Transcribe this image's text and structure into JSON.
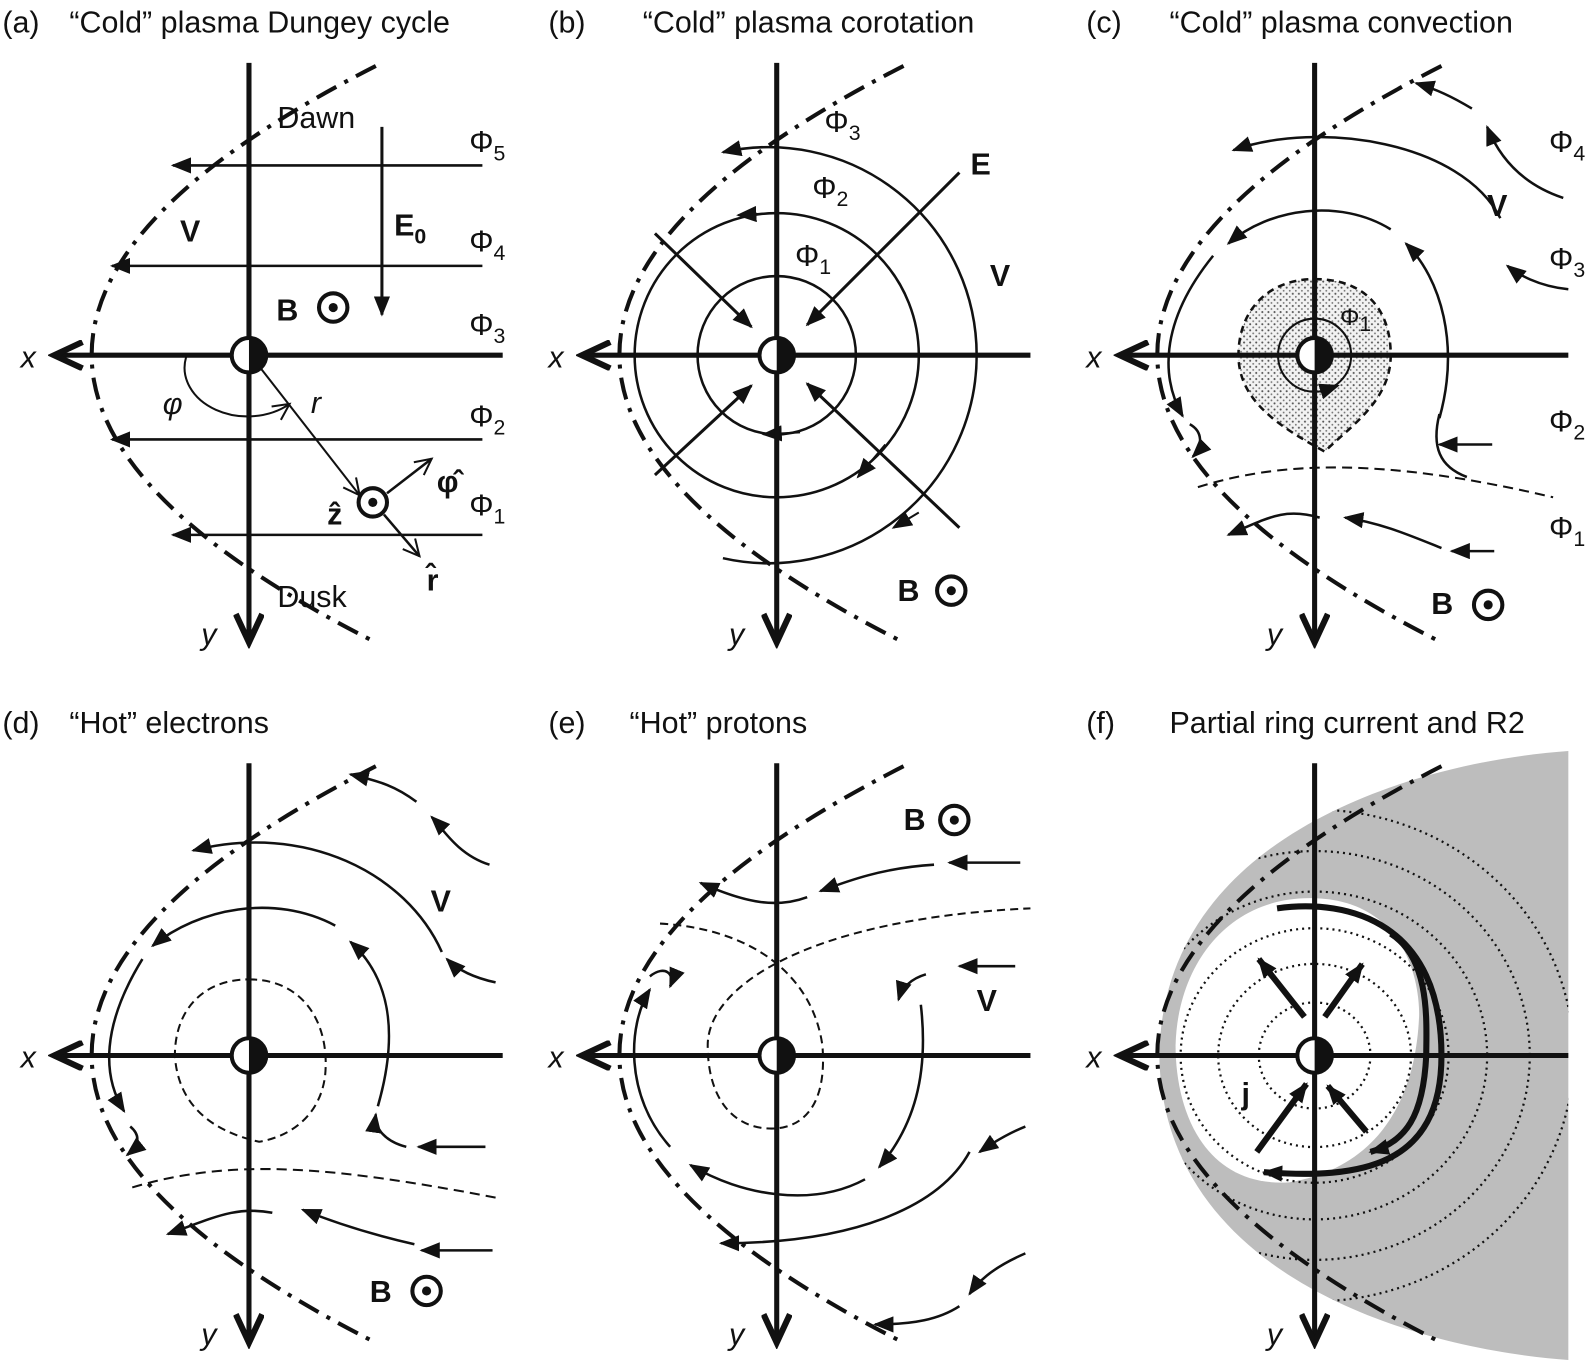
{
  "panels": [
    {
      "label": "(a)",
      "title": "“Cold” plasma Dungey cycle"
    },
    {
      "label": "(b)",
      "title": "“Cold” plasma corotation"
    },
    {
      "label": "(c)",
      "title": "“Cold” plasma convection"
    },
    {
      "label": "(d)",
      "title": "“Hot” electrons"
    },
    {
      "label": "(e)",
      "title": "“Hot” protons"
    },
    {
      "label": "(f)",
      "title": "Partial ring current and R2"
    }
  ],
  "axes": {
    "x": "x",
    "y": "y"
  },
  "symbols": {
    "phi": "Φ",
    "V": "V",
    "B": "B",
    "E": "E",
    "j": "j"
  },
  "panel_a": {
    "dawn": "Dawn",
    "dusk": "Dusk",
    "e_sub": "0",
    "phi_subs": [
      "5",
      "4",
      "3",
      "2",
      "1"
    ],
    "angle": "φ",
    "radius": "r",
    "r_hat": "r̂",
    "phi_hat": "φ̂",
    "z_hat": "ẑ"
  },
  "panel_b": {
    "phi_subs": [
      "3",
      "2",
      "1"
    ]
  },
  "panel_c": {
    "phi_subs": [
      "4",
      "3",
      "1",
      "2",
      "1"
    ]
  },
  "colors": {
    "ink": "#111111",
    "shade": "#bdbdbd",
    "background": "#ffffff"
  }
}
